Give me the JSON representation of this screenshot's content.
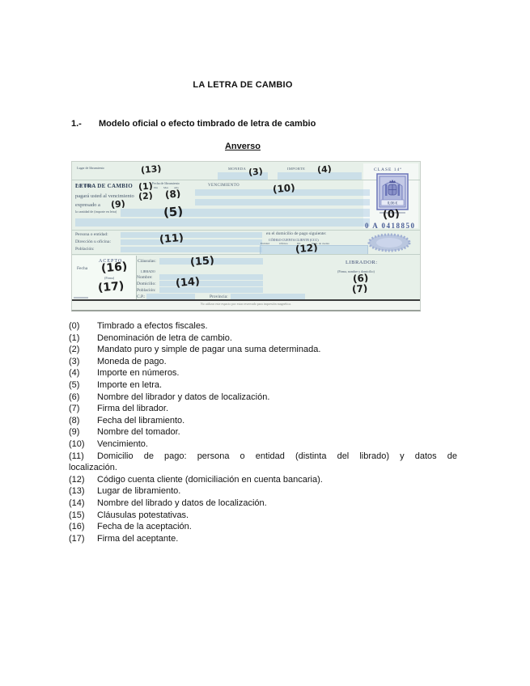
{
  "page": {
    "title": "LA LETRA DE CAMBIO",
    "section_number": "1.-",
    "section_heading": "Modelo oficial o efecto timbrado de letra de cambio",
    "subheading": "Anverso"
  },
  "colors": {
    "form_background": "#e7f0e9",
    "field_strip_blue": "#d3e4f0",
    "stamp_blue": "#6a74b8",
    "serial_blue": "#4a5e96",
    "printed_text": "#4a5a6e",
    "handwriting": "#1c1c1c"
  },
  "form": {
    "labels": {
      "lugar_libramiento": "Lugar de libramiento",
      "moneda": "MONEDA",
      "importe": "IMPORTE",
      "clase": "CLASE 14ª",
      "stamp_value": "0,06 €",
      "serial": "0 A 0418850",
      "por_esta": "Por esta ",
      "letra_de_cambio": "LETRA DE CAMBIO",
      "fecha_libramiento": "Fecha de libramiento",
      "dia": "Día",
      "mes": "Mes",
      "ano": "Año",
      "vencimiento": "VENCIMIENTO",
      "pagara": "pagará usted al vencimiento",
      "expresado": "expresado a",
      "cantidad": "la cantidad de (importe en letra)",
      "persona": "Persona o entidad:",
      "direccion": "Dirección u oficina:",
      "poblacion_1": "Población:",
      "domicilio_pago": "en el domicilio de pago siguiente:",
      "ccc": "CÓDIGO CUENTA CLIENTE (CCC)",
      "entidad": "Entidad",
      "oficina": "Oficina",
      "dc": "DC",
      "num_cuenta": "Núm. de cuenta",
      "acepto": "ACEPTO",
      "fecha": "Fecha",
      "firma": "(Firma)",
      "clausulas": "Cláusulas:",
      "librado": "LIBRADO",
      "nombre": "Nombre:",
      "domicilio": "Domicilio:",
      "poblacion_2": "Población:",
      "cp": "C.P.:",
      "provincia": "Provincia:",
      "librador": "LIBRADOR:",
      "firma_nombre_domicilio": "(Firma, nombre y domicilio)",
      "magnetic": "No utilizar este espacio por estar reservado para impresión magnética."
    },
    "annotations": {
      "a0": "(0)",
      "a1": "(1)",
      "a2": "(2)",
      "a3": "(3)",
      "a4": "(4)",
      "a5": "(5)",
      "a6": "(6)",
      "a7": "(7)",
      "a8": "(8)",
      "a9": "(9)",
      "a10": "(10)",
      "a11": "(11)",
      "a12": "(12)",
      "a13": "(13)",
      "a14": "(14)",
      "a15": "(15)",
      "a16": "(16)",
      "a17": "(17)"
    }
  },
  "list": {
    "items": [
      {
        "num": "(0)",
        "text": "Timbrado a efectos fiscales."
      },
      {
        "num": "(1)",
        "text": "Denominación de letra de cambio."
      },
      {
        "num": "(2)",
        "text": "Mandato puro y simple de pagar una suma determinada."
      },
      {
        "num": "(3)",
        "text": "Moneda de pago."
      },
      {
        "num": "(4)",
        "text": "Importe en números."
      },
      {
        "num": "(5)",
        "text": "Importe en letra."
      },
      {
        "num": "(6)",
        "text": "Nombre del librador y datos de localización."
      },
      {
        "num": "(7)",
        "text": "Firma del librador."
      },
      {
        "num": "(8)",
        "text": "Fecha del libramiento."
      },
      {
        "num": "(9)",
        "text": "Nombre del tomador."
      },
      {
        "num": "(10)",
        "text": "Vencimiento."
      },
      {
        "num": "(11)",
        "text": "Domicilio de pago: persona o entidad (distinta del librado) y datos de"
      },
      {
        "num": "",
        "text": "localización."
      },
      {
        "num": "(12)",
        "text": "Código cuenta cliente (domiciliación en cuenta bancaria)."
      },
      {
        "num": "(13)",
        "text": "Lugar de libramiento."
      },
      {
        "num": "(14)",
        "text": "Nombre del librado y datos de localización."
      },
      {
        "num": "(15)",
        "text": "Cláusulas potestativas."
      },
      {
        "num": "(16)",
        "text": "Fecha de la aceptación."
      },
      {
        "num": "(17)",
        "text": "Firma del aceptante."
      }
    ]
  }
}
